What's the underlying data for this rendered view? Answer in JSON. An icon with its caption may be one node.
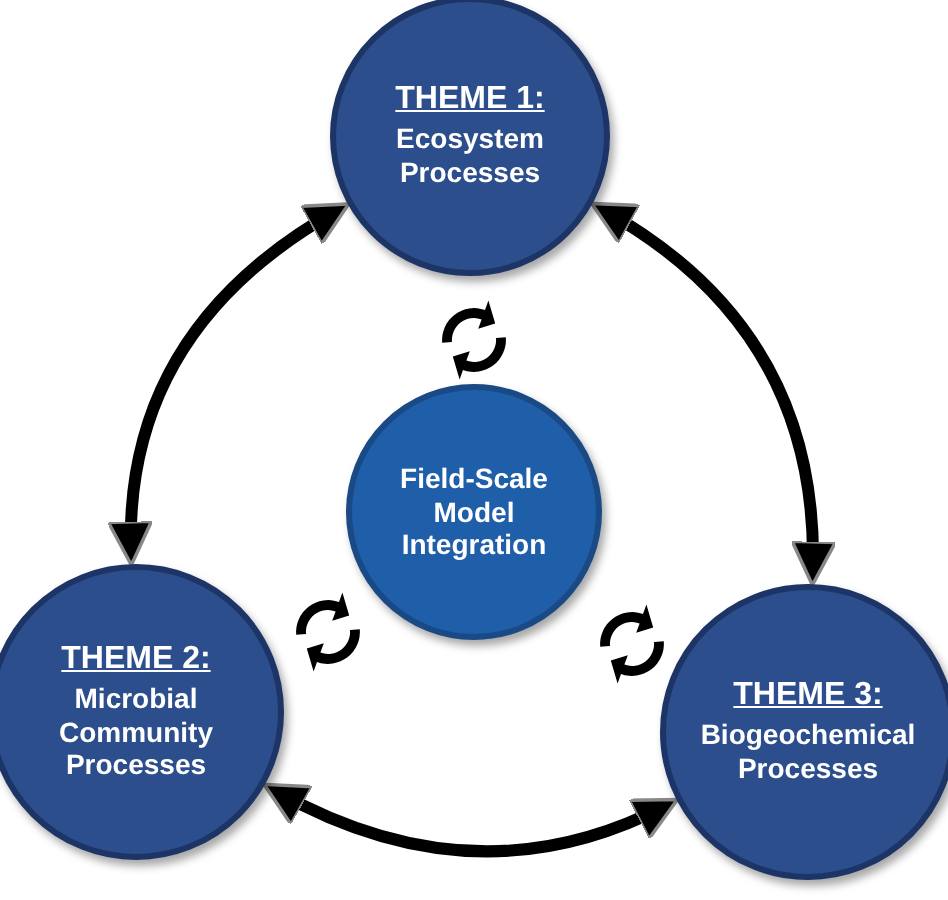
{
  "diagram": {
    "nodes": [
      {
        "text": [
          "THEME 1:",
          "Ecosystem Processes"
        ]
      },
      {
        "text": [
          "Field-Scale Model Integration"
        ]
      },
      {
        "text": [
          "THEME 2:",
          "Microbial Community Processes"
        ]
      },
      {
        "text": [
          "THEME 3:",
          "Biogeochemical Processes"
        ]
      }
    ],
    "edges": [
      {
        "from": 0,
        "to": 2,
        "arrow": "both"
      },
      {
        "from": 0,
        "to": 3,
        "arrow": "both"
      },
      {
        "from": 2,
        "to": 3,
        "arrow": "both"
      }
    ]
  }
}
